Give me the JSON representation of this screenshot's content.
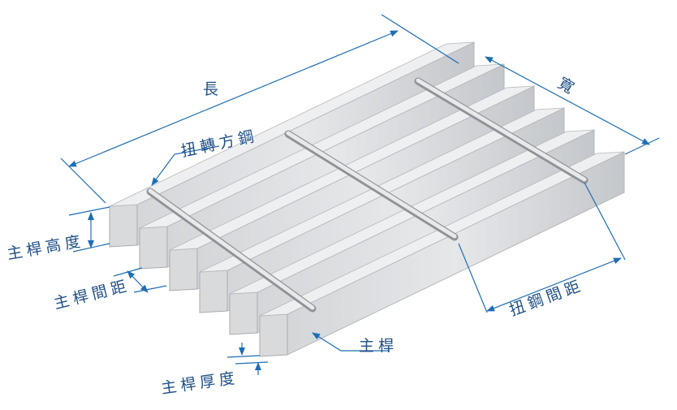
{
  "labels": {
    "length": "長",
    "width": "寬",
    "twisted_bar": "扭轉方鋼",
    "bearing_bar_height": "主桿高度",
    "bearing_bar_spacing": "主桿間距",
    "twisted_bar_spacing": "扭鋼間距",
    "bearing_bar": "主桿",
    "bearing_bar_thickness": "主桿厚度"
  },
  "colors": {
    "annotation": "#1f6db3",
    "text": "#1f4f86",
    "steel": "#c9ccd0"
  },
  "bearing_bar_count": 6,
  "cross_bar_count": 3
}
